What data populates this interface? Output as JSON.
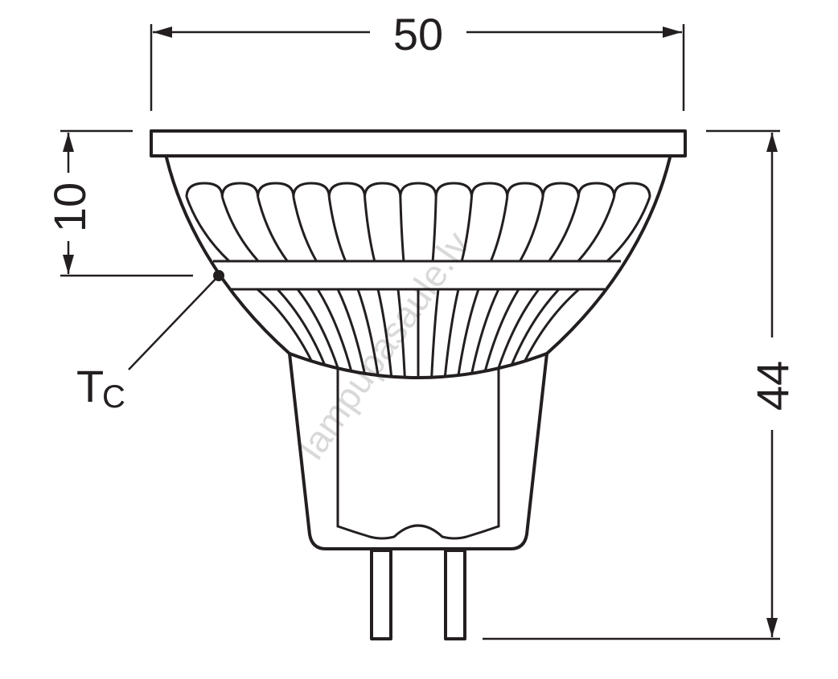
{
  "title": "MR16 LED lamp dimension drawing",
  "dimensions": {
    "diameter": "50",
    "height": "44",
    "tc_distance": "10"
  },
  "labels": {
    "tc_main": "T",
    "tc_sub": "C"
  },
  "watermark": "lampupasaule.lv",
  "colors": {
    "line": "#231f20",
    "watermark": "#d9d9d9"
  }
}
